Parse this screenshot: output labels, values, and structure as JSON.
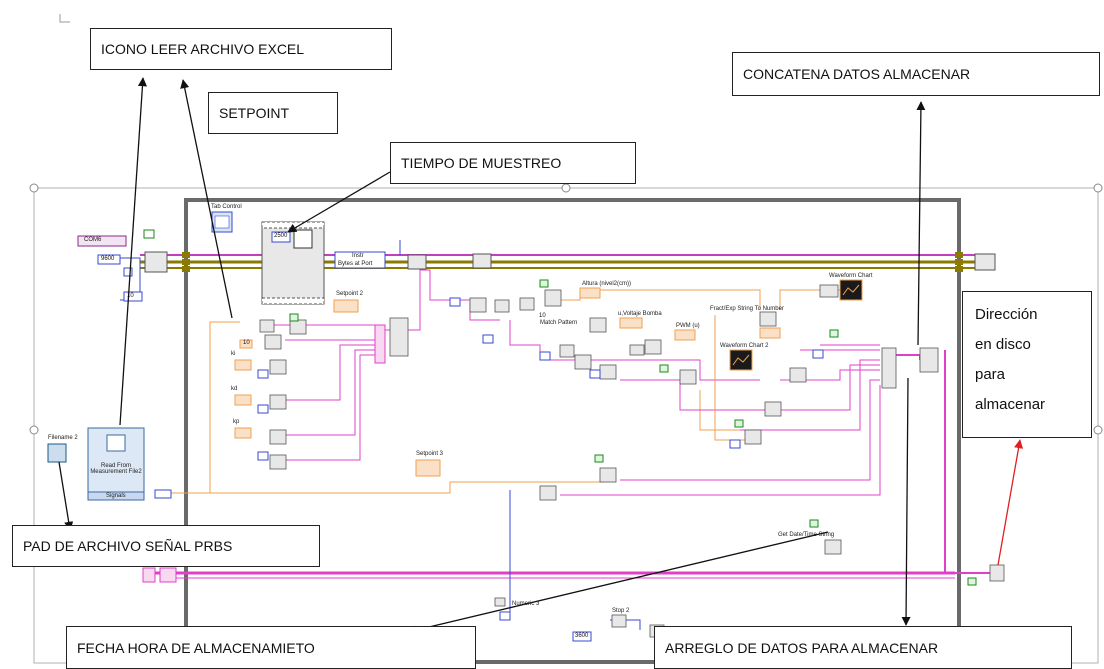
{
  "callouts": {
    "icono_leer_excel": "ICONO LEER ARCHIVO EXCEL",
    "setpoint": "SETPOINT",
    "tiempo_muestreo": "TIEMPO  DE MUESTREO",
    "concatena": "CONCATENA DATOS ALMACENAR",
    "direccion": "Dirección\nen disco\npara\nalmacenar",
    "pad_archivo": "PAD DE ARCHIVO SEÑAL PRBS",
    "fecha_hora": "FECHA HORA DE ALMACENAMIETO",
    "arreglo": "ARREGLO DE  DATOS PARA ALMACENAR"
  },
  "labview": {
    "tab_control": "Tab Control",
    "com_port": "COM6",
    "baud": "9600",
    "timeout": "10",
    "wait_ms": "2500",
    "instr": "Instr",
    "bytes_at_port": "Bytes at Port",
    "setpoint2": "Setpoint 2",
    "setpoint3": "Setpoint 3",
    "ki": "ki",
    "kd": "kd",
    "kp": "kp",
    "const_10": "10",
    "filename2": "Filename 2",
    "read_from_file": "Read From Measurement File2",
    "signals": "Signals",
    "altura": "Altura (nivel2(cm))",
    "voltaje": "u,Voltaje Bomba",
    "pwm": "PWM (u)",
    "fract_exp": "Fract/Exp String To Number",
    "waveform_chart": "Waveform Chart",
    "waveform_chart2": "Waveform Chart 2",
    "match_pattern": "Match Pattern",
    "get_datetime": "Get Date/Time String",
    "numeric3": "Numeric 3",
    "stop2": "Stop 2",
    "const_3600": "3600"
  },
  "colors": {
    "wire_pink": "#e040c8",
    "wire_olive": "#8a7a00",
    "wire_blue": "#3a4ad0",
    "wire_orange": "#f0a050",
    "wire_purple": "#6a2a8a",
    "arrow_red": "#e02020"
  }
}
